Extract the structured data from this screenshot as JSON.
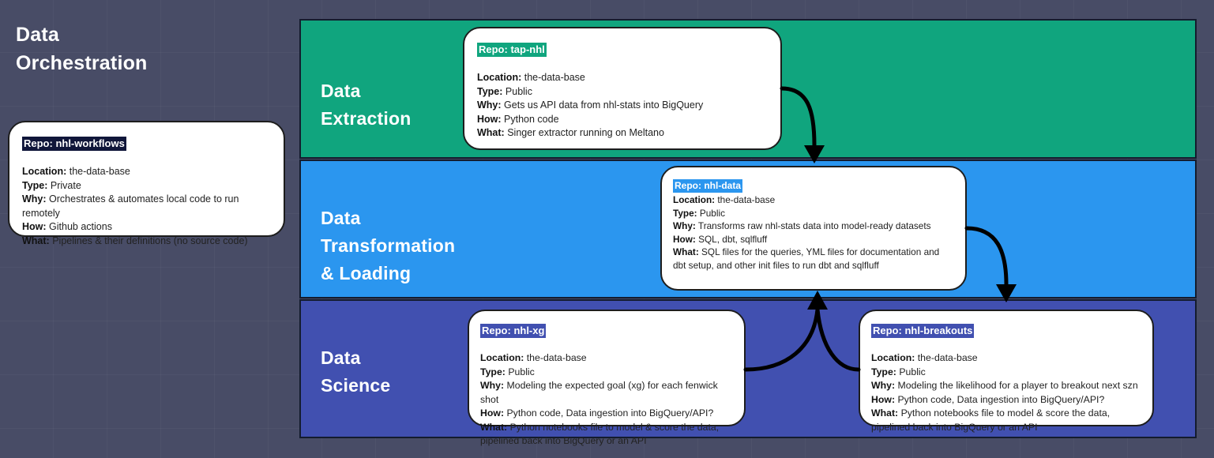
{
  "title": {
    "lines": [
      "Data",
      "Orchestration"
    ]
  },
  "bands": [
    {
      "id": "extraction",
      "lines": [
        "Data",
        "Extraction"
      ],
      "color": "#10a57e"
    },
    {
      "id": "transform",
      "lines": [
        "Data",
        "Transformation",
        "& Loading"
      ],
      "color": "#2b96ef"
    },
    {
      "id": "science",
      "lines": [
        "Data",
        "Science"
      ],
      "color": "#4150b0"
    }
  ],
  "cards": {
    "workflows": {
      "repo": "Repo: nhl-workflows",
      "highlight": "#10163a",
      "rows": [
        {
          "label": "Location:",
          "value": "the-data-base"
        },
        {
          "label": "Type:",
          "value": "Private"
        },
        {
          "label": "Why:",
          "value": "Orchestrates & automates local code to run remotely"
        },
        {
          "label": "How:",
          "value": "Github actions"
        },
        {
          "label": "What:",
          "value": "Pipelines & their definitions (no source code)"
        }
      ]
    },
    "tap_nhl": {
      "repo": "Repo: tap-nhl",
      "highlight": "#10a57e",
      "rows": [
        {
          "label": "Location:",
          "value": "the-data-base"
        },
        {
          "label": "Type:",
          "value": "Public"
        },
        {
          "label": "Why:",
          "value": "Gets us API data from nhl-stats into BigQuery"
        },
        {
          "label": "How:",
          "value": "Python code"
        },
        {
          "label": "What:",
          "value": "Singer extractor running on Meltano"
        }
      ]
    },
    "nhl_data": {
      "repo": "Repo: nhl-data",
      "highlight": "#2b96ef",
      "rows": [
        {
          "label": "Location:",
          "value": "the-data-base"
        },
        {
          "label": "Type:",
          "value": "Public"
        },
        {
          "label": "Why:",
          "value": "Transforms raw nhl-stats data into model-ready datasets"
        },
        {
          "label": "How:",
          "value": "SQL, dbt, sqlfluff"
        },
        {
          "label": "What:",
          "value": "SQL files for the queries, YML files for documentation and dbt setup, and other init files to run dbt and sqlfluff"
        }
      ]
    },
    "nhl_xg": {
      "repo": "Repo: nhl-xg",
      "highlight": "#4150b0",
      "rows": [
        {
          "label": "Location:",
          "value": "the-data-base"
        },
        {
          "label": "Type:",
          "value": "Public"
        },
        {
          "label": "Why:",
          "value": "Modeling the expected goal (xg) for each fenwick shot"
        },
        {
          "label": "How:",
          "value": "Python code, Data ingestion into BigQuery/API?"
        },
        {
          "label": "What:",
          "value": "Python notebooks file to model & score the data, pipelined back into BigQuery or an API"
        }
      ]
    },
    "nhl_breakouts": {
      "repo": "Repo: nhl-breakouts",
      "highlight": "#4150b0",
      "rows": [
        {
          "label": "Location:",
          "value": "the-data-base"
        },
        {
          "label": "Type:",
          "value": "Public"
        },
        {
          "label": "Why:",
          "value": "Modeling the likelihood for a player to breakout next szn"
        },
        {
          "label": "How:",
          "value": "Python code, Data ingestion into BigQuery/API?"
        },
        {
          "label": "What:",
          "value": "Python notebooks file to model & score the data, pipelined back into BigQuery or an API"
        }
      ]
    }
  },
  "colors": {
    "background": "#484c66",
    "extraction": "#10a57e",
    "transformation": "#2b96ef",
    "science": "#4150b0",
    "card": "#ffffff",
    "outline": "#1d1d1d"
  }
}
